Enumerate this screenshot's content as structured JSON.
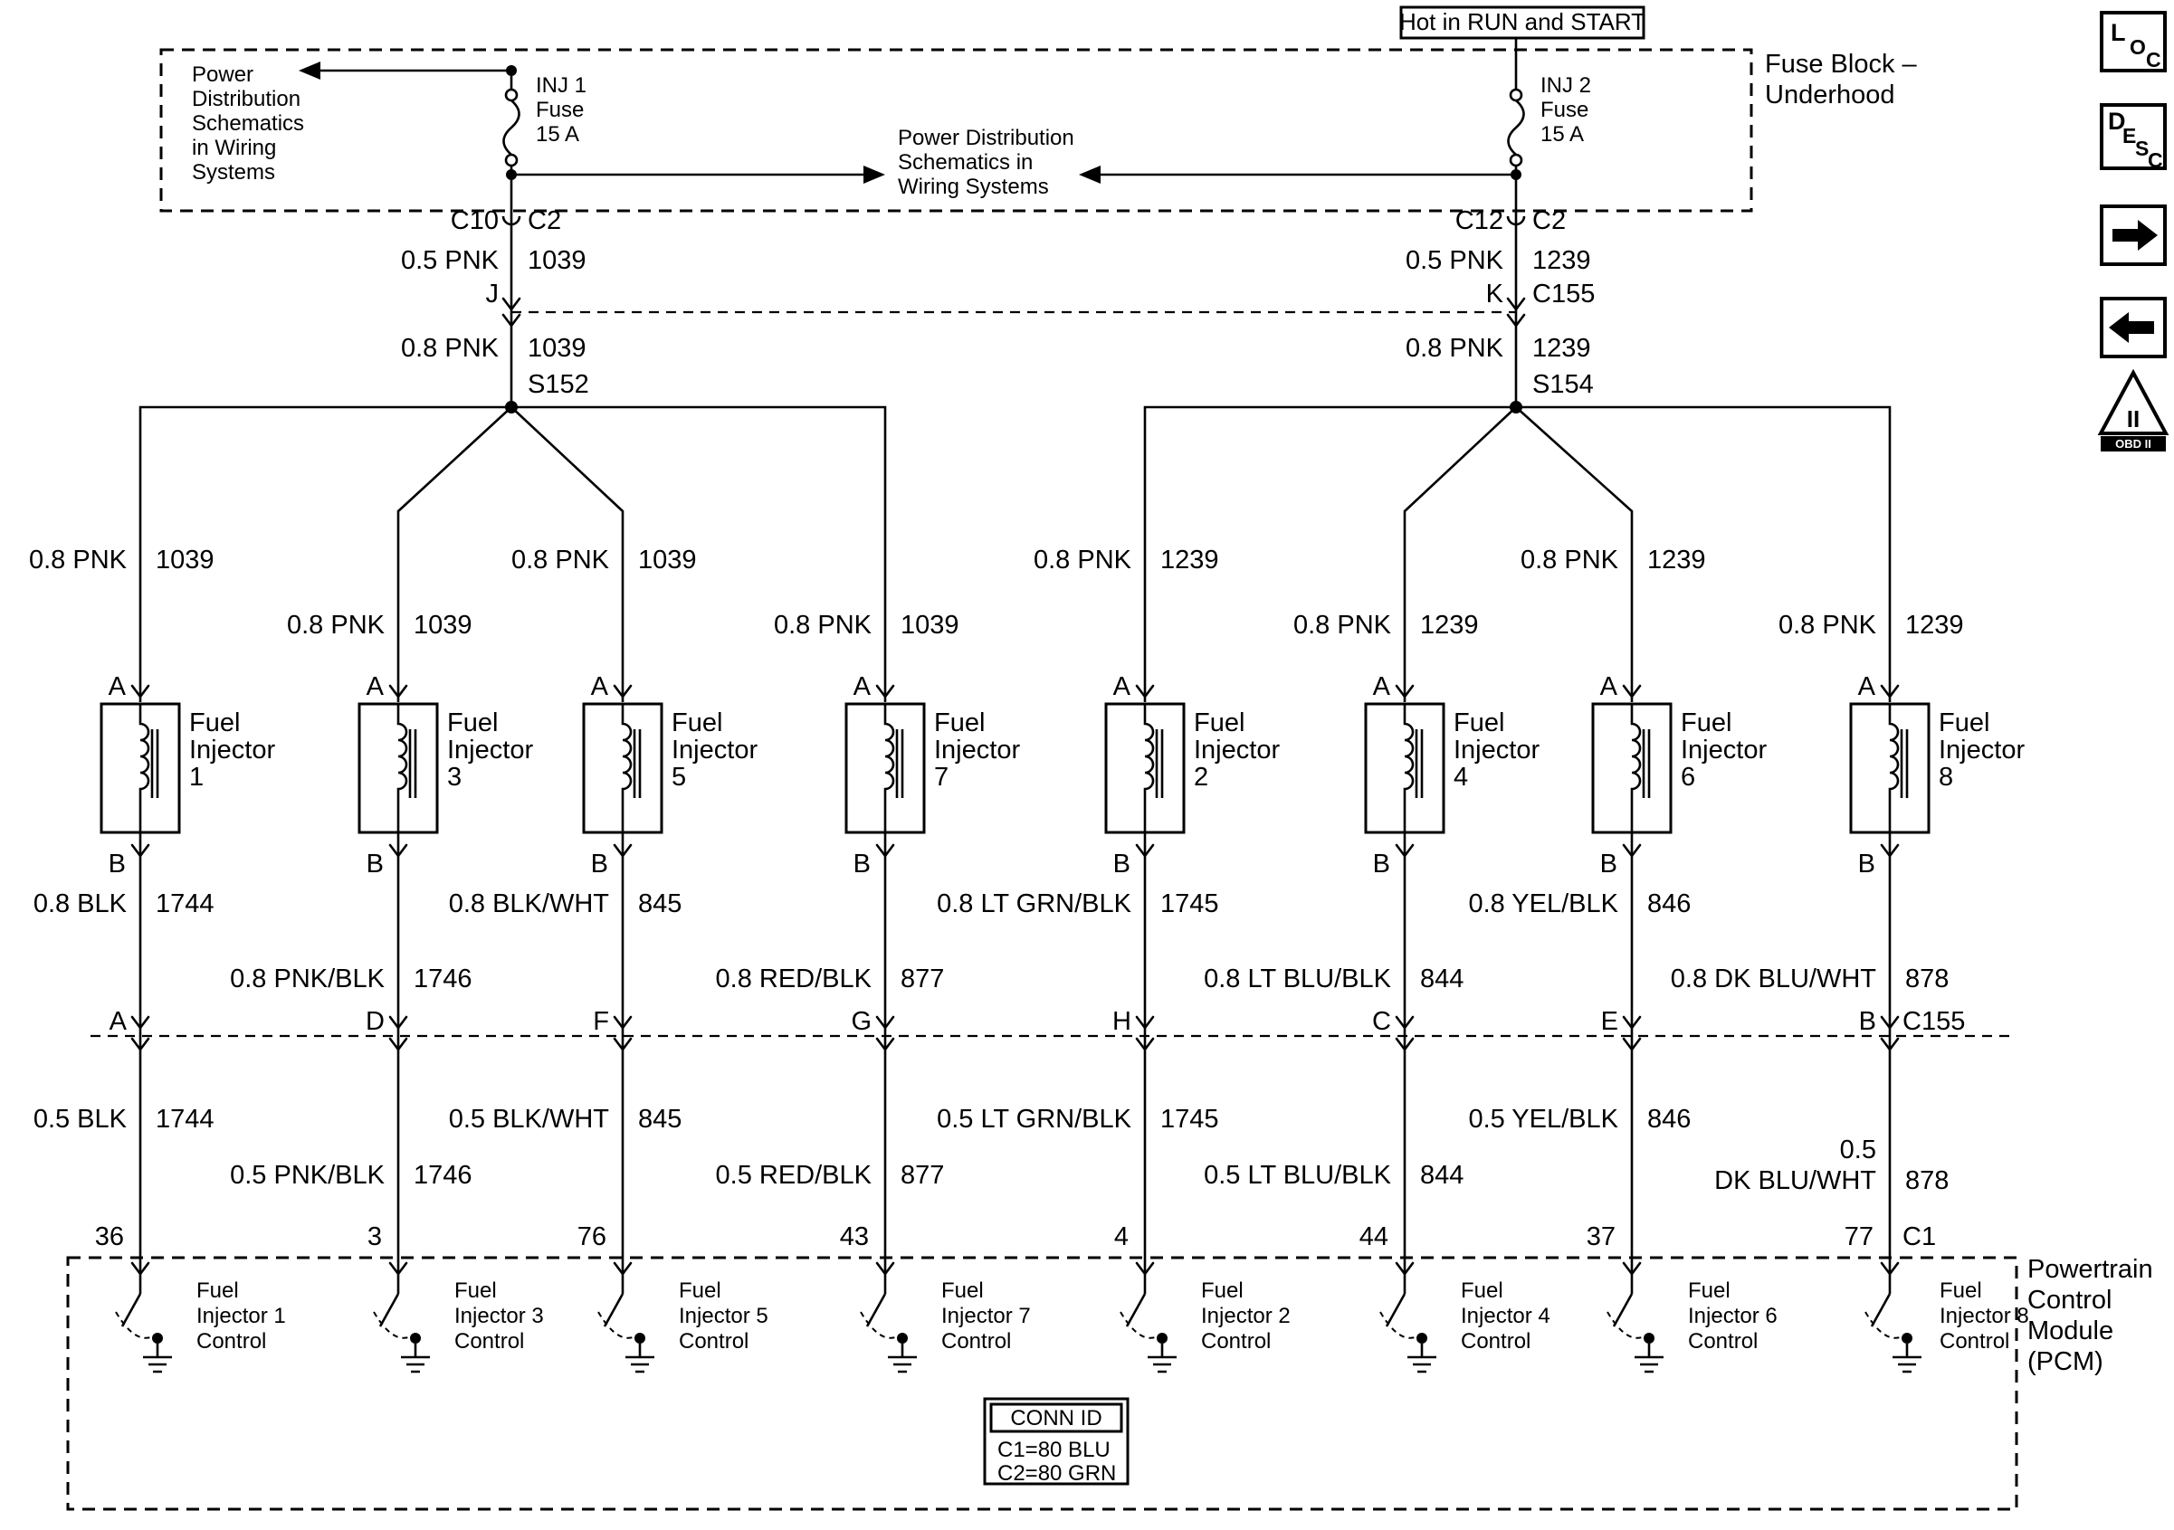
{
  "header": {
    "hot_label": "Hot in RUN and START",
    "fuse_block_label_l1": "Fuse Block –",
    "fuse_block_label_l2": "Underhood",
    "pd_left_l1": "Power",
    "pd_left_l2": "Distribution",
    "pd_left_l3": "Schematics",
    "pd_left_l4": "in Wiring",
    "pd_left_l5": "Systems",
    "pd_center_l1": "Power Distribution",
    "pd_center_l2": "Schematics in",
    "pd_center_l3": "Wiring Systems",
    "fuse1_l1": "INJ 1",
    "fuse1_l2": "Fuse",
    "fuse1_l3": "15 A",
    "fuse2_l1": "INJ 2",
    "fuse2_l2": "Fuse",
    "fuse2_l3": "15 A"
  },
  "left_feed": {
    "conn_pin": "C10",
    "conn_id": "C2",
    "wire1": "0.5 PNK",
    "circuit1": "1039",
    "pin": "J",
    "wire2": "0.8 PNK",
    "circuit2": "1039",
    "splice": "S152"
  },
  "right_feed": {
    "conn_pin": "C12",
    "conn_id": "C2",
    "wire1": "0.5 PNK",
    "circuit1": "1239",
    "pin": "K",
    "conn2": "C155",
    "wire2": "0.8 PNK",
    "circuit2": "1239",
    "splice": "S154"
  },
  "connector_row_label": "C155",
  "injectors": [
    {
      "pin_top": "A",
      "pin_bottom": "B",
      "name_l1": "Fuel",
      "name_l2": "Injector",
      "name_l3": "1",
      "feed_wire": "0.8 PNK",
      "feed_circuit": "1039",
      "upper_wire": "0.8 BLK",
      "upper_circuit": "1744",
      "conn_pin": "A",
      "lower_wire": "0.5 BLK",
      "lower_circuit": "1744",
      "pcm_pin": "36",
      "ctrl_l1": "Fuel",
      "ctrl_l2": "Injector 1",
      "ctrl_l3": "Control"
    },
    {
      "pin_top": "A",
      "pin_bottom": "B",
      "name_l1": "Fuel",
      "name_l2": "Injector",
      "name_l3": "3",
      "feed_wire": "0.8 PNK",
      "feed_circuit": "1039",
      "upper_wire": "0.8 PNK/BLK",
      "upper_circuit": "1746",
      "conn_pin": "D",
      "lower_wire": "0.5 PNK/BLK",
      "lower_circuit": "1746",
      "pcm_pin": "3",
      "ctrl_l1": "Fuel",
      "ctrl_l2": "Injector 3",
      "ctrl_l3": "Control"
    },
    {
      "pin_top": "A",
      "pin_bottom": "B",
      "name_l1": "Fuel",
      "name_l2": "Injector",
      "name_l3": "5",
      "feed_wire": "0.8 PNK",
      "feed_circuit": "1039",
      "upper_wire": "0.8 BLK/WHT",
      "upper_circuit": "845",
      "conn_pin": "F",
      "lower_wire": "0.5 BLK/WHT",
      "lower_circuit": "845",
      "pcm_pin": "76",
      "ctrl_l1": "Fuel",
      "ctrl_l2": "Injector 5",
      "ctrl_l3": "Control"
    },
    {
      "pin_top": "A",
      "pin_bottom": "B",
      "name_l1": "Fuel",
      "name_l2": "Injector",
      "name_l3": "7",
      "feed_wire": "0.8 PNK",
      "feed_circuit": "1039",
      "upper_wire": "0.8 RED/BLK",
      "upper_circuit": "877",
      "conn_pin": "G",
      "lower_wire": "0.5 RED/BLK",
      "lower_circuit": "877",
      "pcm_pin": "43",
      "ctrl_l1": "Fuel",
      "ctrl_l2": "Injector 7",
      "ctrl_l3": "Control"
    },
    {
      "pin_top": "A",
      "pin_bottom": "B",
      "name_l1": "Fuel",
      "name_l2": "Injector",
      "name_l3": "2",
      "feed_wire": "0.8 PNK",
      "feed_circuit": "1239",
      "upper_wire": "0.8 LT GRN/BLK",
      "upper_circuit": "1745",
      "conn_pin": "H",
      "lower_wire": "0.5 LT GRN/BLK",
      "lower_circuit": "1745",
      "pcm_pin": "4",
      "ctrl_l1": "Fuel",
      "ctrl_l2": "Injector 2",
      "ctrl_l3": "Control"
    },
    {
      "pin_top": "A",
      "pin_bottom": "B",
      "name_l1": "Fuel",
      "name_l2": "Injector",
      "name_l3": "4",
      "feed_wire": "0.8 PNK",
      "feed_circuit": "1239",
      "upper_wire": "0.8 LT BLU/BLK",
      "upper_circuit": "844",
      "conn_pin": "C",
      "lower_wire": "0.5 LT BLU/BLK",
      "lower_circuit": "844",
      "pcm_pin": "44",
      "ctrl_l1": "Fuel",
      "ctrl_l2": "Injector 4",
      "ctrl_l3": "Control"
    },
    {
      "pin_top": "A",
      "pin_bottom": "B",
      "name_l1": "Fuel",
      "name_l2": "Injector",
      "name_l3": "6",
      "feed_wire": "0.8 PNK",
      "feed_circuit": "1239",
      "upper_wire": "0.8 YEL/BLK",
      "upper_circuit": "846",
      "conn_pin": "E",
      "lower_wire": "0.5 YEL/BLK",
      "lower_circuit": "846",
      "pcm_pin": "37",
      "ctrl_l1": "Fuel",
      "ctrl_l2": "Injector 6",
      "ctrl_l3": "Control"
    },
    {
      "pin_top": "A",
      "pin_bottom": "B",
      "name_l1": "Fuel",
      "name_l2": "Injector",
      "name_l3": "8",
      "feed_wire": "0.8 PNK",
      "feed_circuit": "1239",
      "upper_wire": "0.8 DK BLU/WHT",
      "upper_circuit": "878",
      "conn_pin": "B",
      "lower_wire_l1": "0.5",
      "lower_wire_l2": "DK BLU/WHT",
      "lower_circuit": "878",
      "pcm_pin": "77",
      "ctrl_l1": "Fuel",
      "ctrl_l2": "Injector 8",
      "ctrl_l3": "Control"
    }
  ],
  "pcm": {
    "label_l1": "Powertrain",
    "label_l2": "Control",
    "label_l3": "Module",
    "label_l4": "(PCM)",
    "conn_label": "C1",
    "conn_id_title": "CONN ID",
    "conn_id_row1": "C1=80 BLU",
    "conn_id_row2": "C2=80 GRN"
  },
  "legend": {
    "loc_l": "L",
    "loc_o": "O",
    "loc_c": "C",
    "desc_d": "D",
    "desc_e": "E",
    "desc_s": "S",
    "desc_c": "C",
    "obd_numeral": "II",
    "obd_caption": "OBD II"
  }
}
